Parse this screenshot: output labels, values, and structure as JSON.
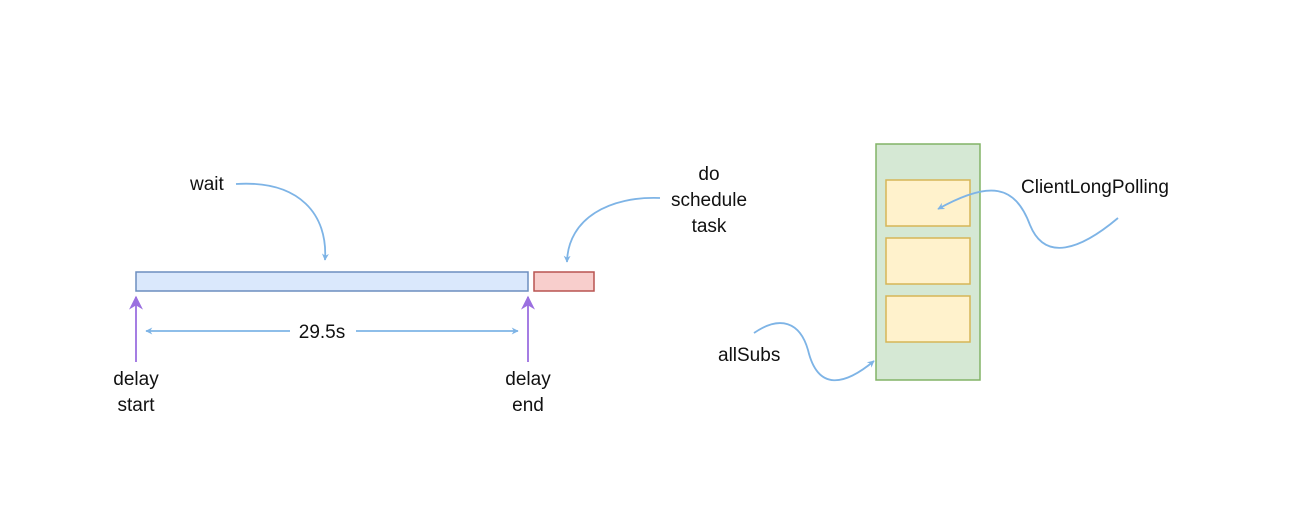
{
  "timeline": {
    "wait_label": "wait",
    "task_label_lines": [
      "do",
      "schedule",
      "task"
    ],
    "duration_label": "29.5s",
    "delay_start_lines": [
      "delay",
      "start"
    ],
    "delay_end_lines": [
      "delay",
      "end"
    ]
  },
  "subscriptions": {
    "client_label": "ClientLongPolling",
    "all_subs_label": "allSubs",
    "slot_count": 3
  },
  "colors": {
    "wait_bar_fill": "#dae8fc",
    "wait_bar_stroke": "#6c8ebf",
    "task_bar_fill": "#f8cecc",
    "task_bar_stroke": "#b85450",
    "container_fill": "#d5e8d4",
    "container_stroke": "#82b366",
    "slot_fill": "#fff2cc",
    "slot_stroke": "#d6b656",
    "curve_arrow": "#7eb4e6",
    "marker_arrow": "#9b6fe0"
  }
}
